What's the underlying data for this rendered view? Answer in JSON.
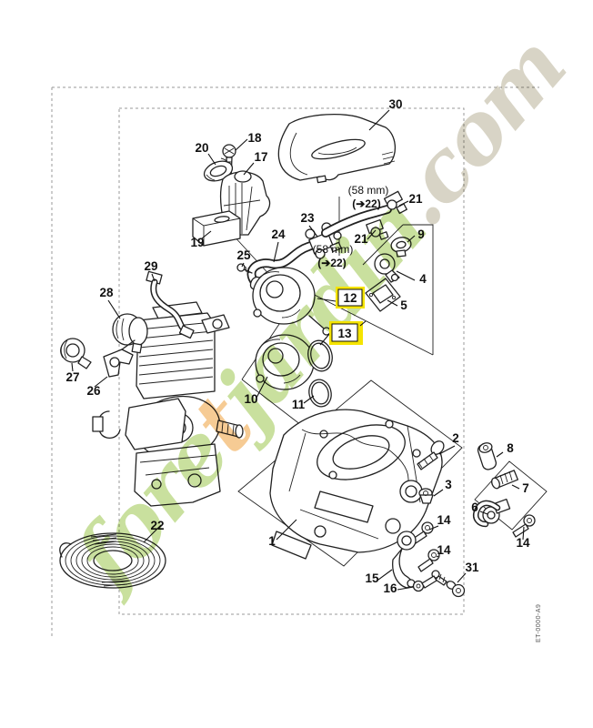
{
  "diagram": {
    "doc_code": "ET-0000-A9",
    "border_color": "#999999",
    "line_color": "#222222"
  },
  "callouts": {
    "hose_length": "(58 mm)",
    "see_item": "(➔22)"
  },
  "highlight": {
    "color": "#f5e400",
    "item12": "12",
    "item13": "13"
  },
  "watermark": {
    "text": "foretjardin.com",
    "segments": {
      "s1": {
        "text": "fore",
        "color": "#c6df99"
      },
      "s2": {
        "text": "t",
        "color": "#f6c88e"
      },
      "s3": {
        "text": "jardin",
        "color": "#c6df99"
      },
      "s4": {
        "text": ".com",
        "color": "#d6d2c3"
      }
    }
  },
  "labels": [
    {
      "n": "30"
    },
    {
      "n": "18"
    },
    {
      "n": "20"
    },
    {
      "n": "17"
    },
    {
      "n": "19"
    },
    {
      "n": "23"
    },
    {
      "n": "24"
    },
    {
      "n": "25"
    },
    {
      "n": "21"
    },
    {
      "n": "21"
    },
    {
      "n": "9"
    },
    {
      "n": "4"
    },
    {
      "n": "5"
    },
    {
      "n": "10"
    },
    {
      "n": "11"
    },
    {
      "n": "29"
    },
    {
      "n": "28"
    },
    {
      "n": "27"
    },
    {
      "n": "26"
    },
    {
      "n": "22"
    },
    {
      "n": "1"
    },
    {
      "n": "2"
    },
    {
      "n": "3"
    },
    {
      "n": "8"
    },
    {
      "n": "7"
    },
    {
      "n": "6"
    },
    {
      "n": "14"
    },
    {
      "n": "14"
    },
    {
      "n": "14"
    },
    {
      "n": "15"
    },
    {
      "n": "16"
    },
    {
      "n": "31"
    }
  ]
}
